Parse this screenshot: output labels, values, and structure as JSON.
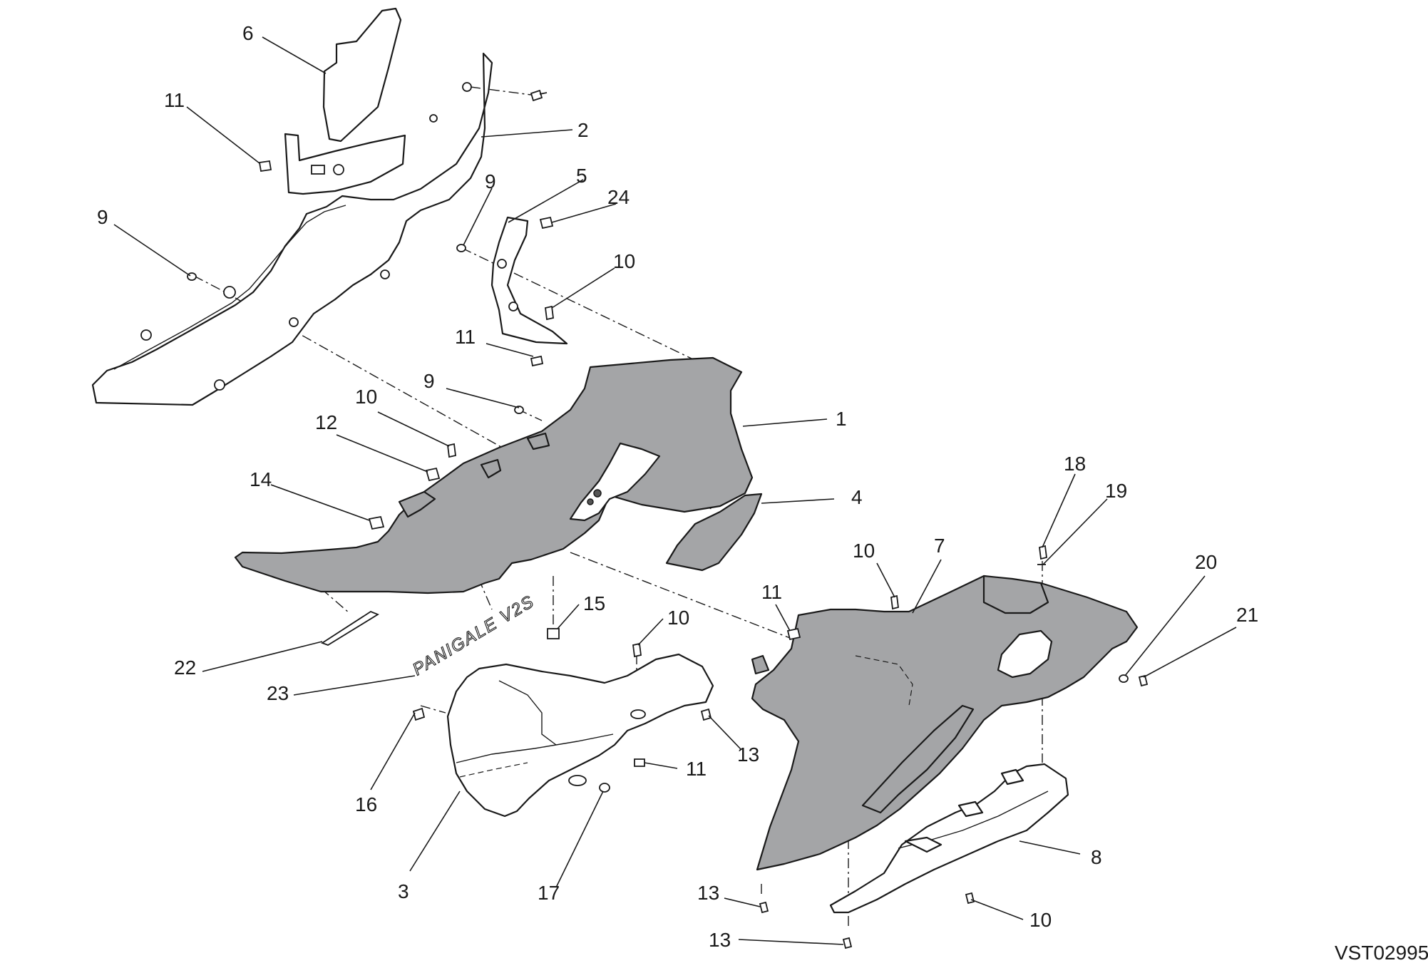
{
  "drawing_code": "VST02995",
  "decal_text": "PANIGALE V2S",
  "callouts": [
    "6",
    "11",
    "2",
    "9",
    "5",
    "24",
    "9",
    "10",
    "11",
    "9",
    "1",
    "10",
    "12",
    "14",
    "4",
    "18",
    "19",
    "10",
    "7",
    "20",
    "11",
    "15",
    "10",
    "21",
    "22",
    "23",
    "16",
    "13",
    "11",
    "3",
    "17",
    "8",
    "13",
    "10",
    "13"
  ]
}
